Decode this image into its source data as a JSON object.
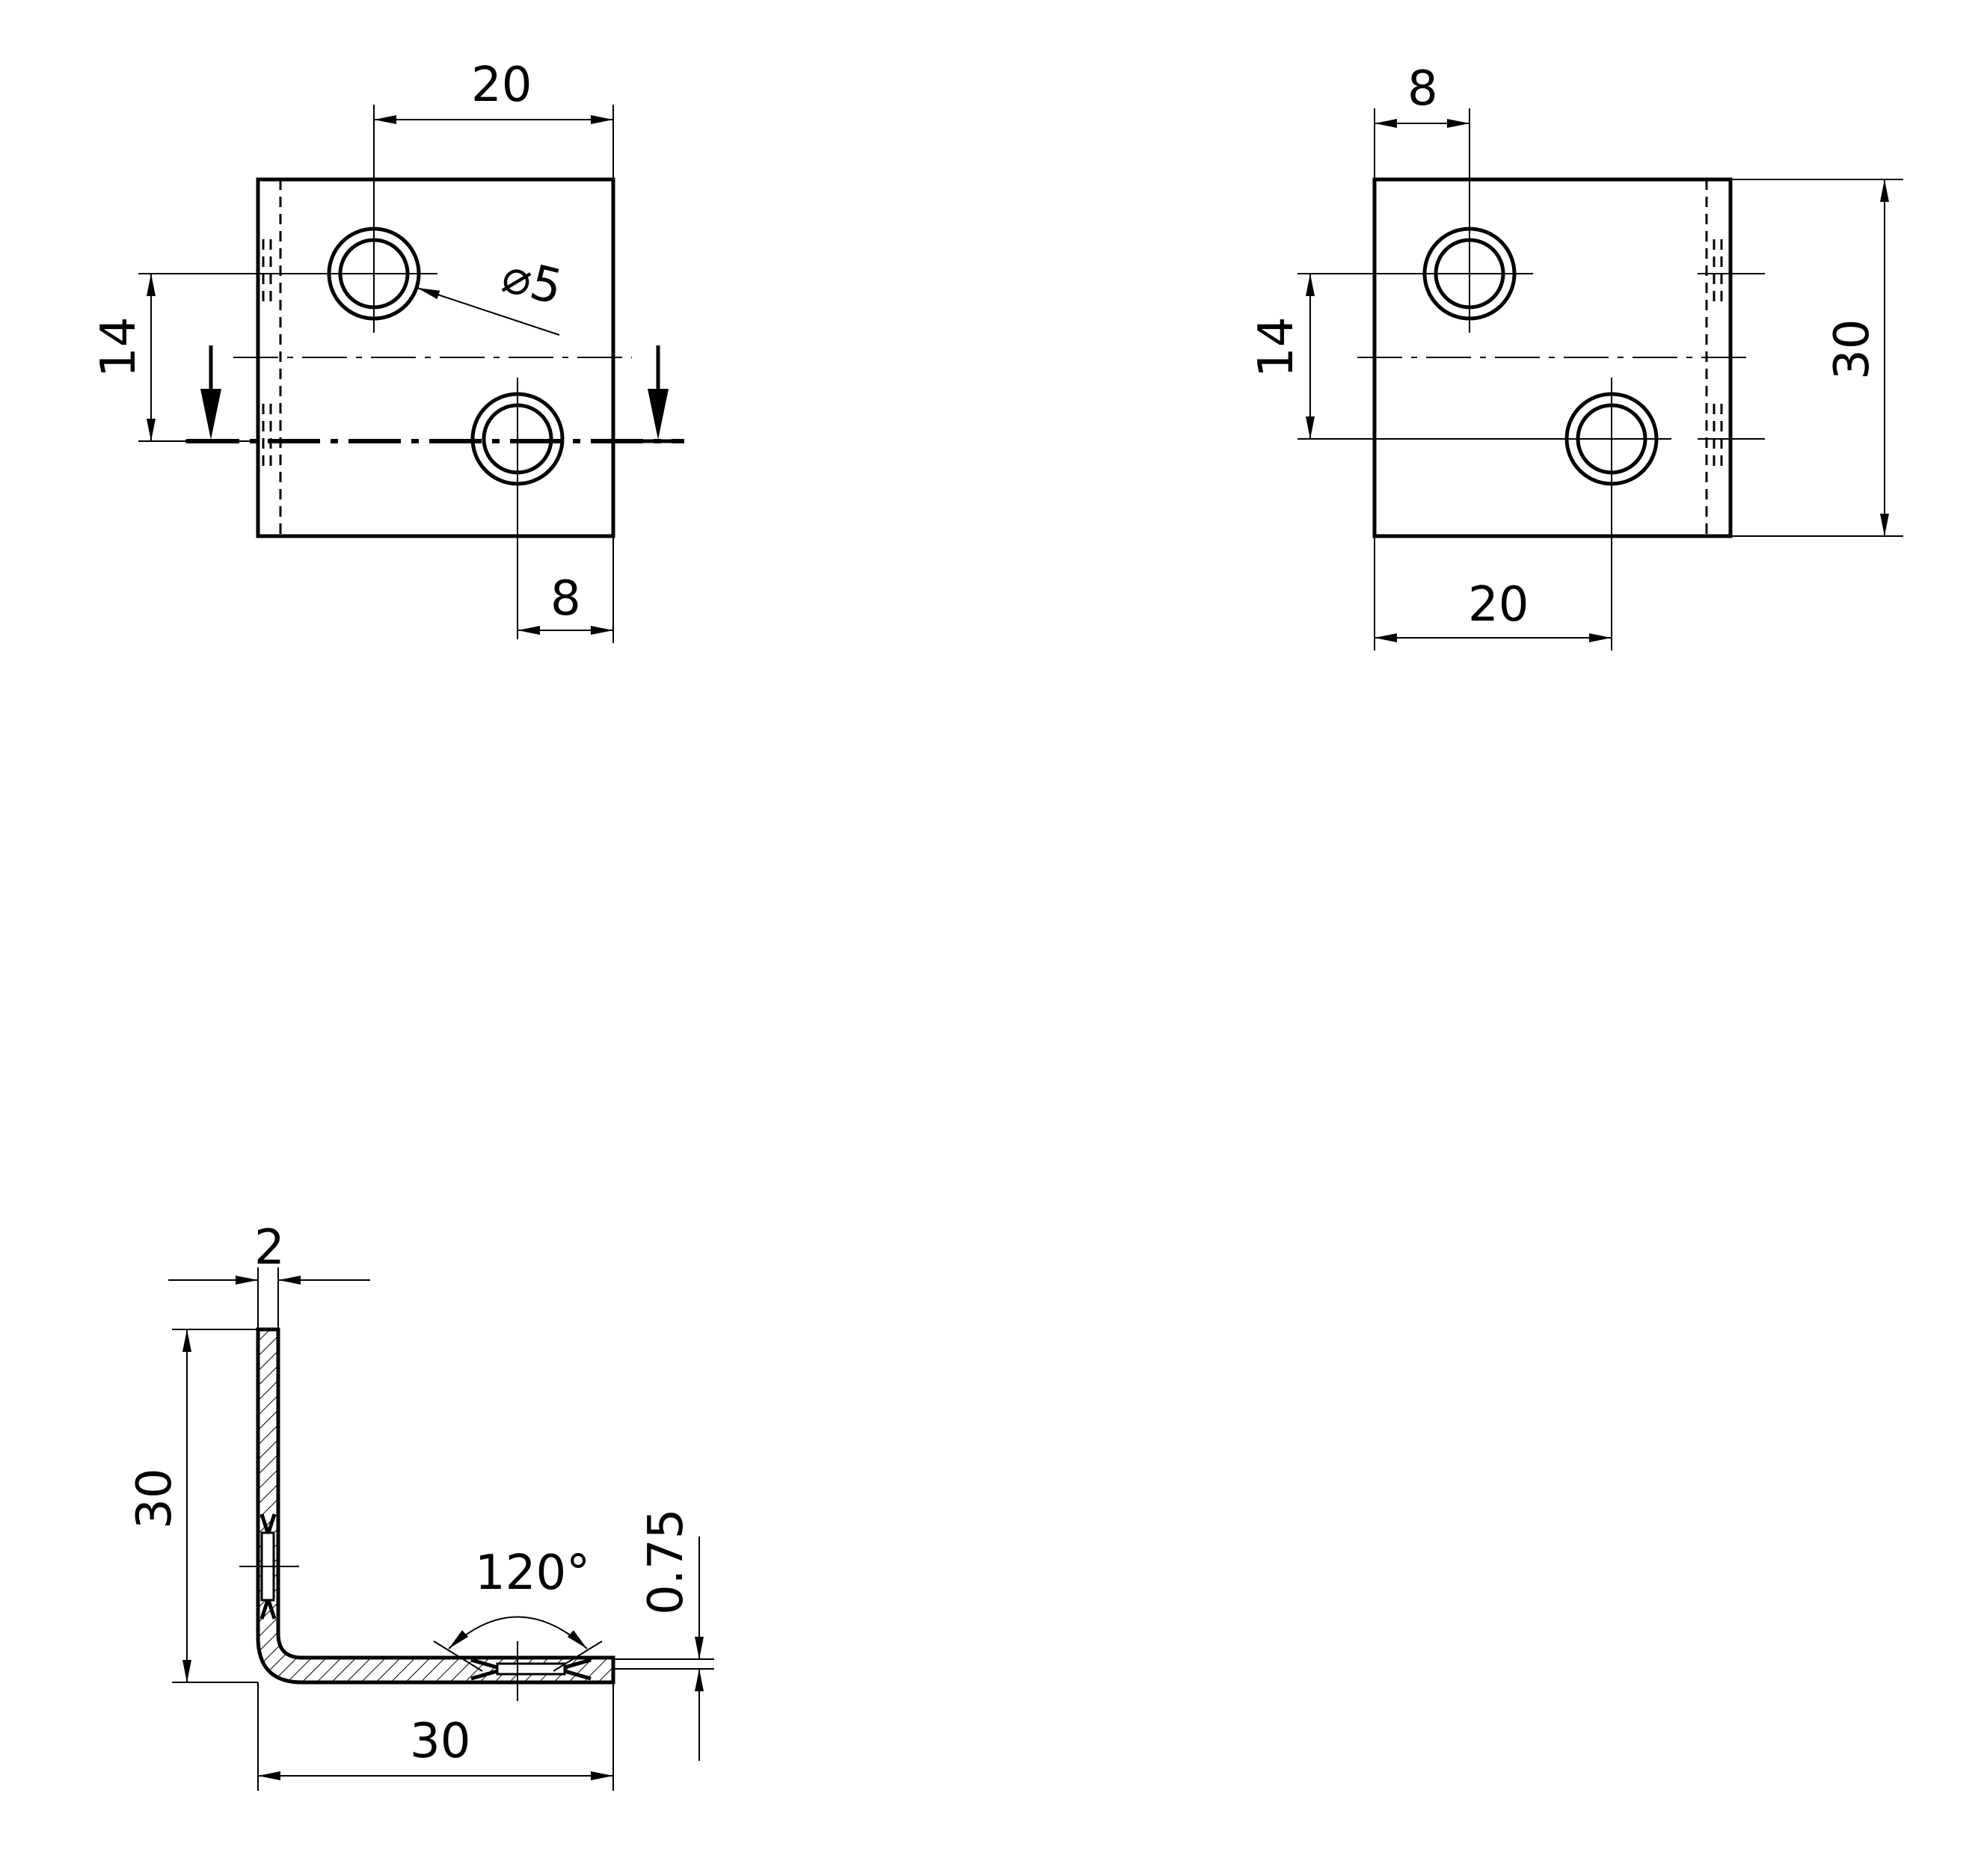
{
  "colors": {
    "line": "#000000",
    "background": "#ffffff"
  },
  "view_front": {
    "dim_hole_spacing_x": "20",
    "dim_hole_diameter": "⌀5",
    "dim_hole_spacing_y": "14",
    "dim_edge_offset": "8"
  },
  "view_side": {
    "dim_edge_offset": "8",
    "dim_hole_spacing_y": "14",
    "dim_height": "30",
    "dim_hole_distance_x": "20"
  },
  "view_section": {
    "dim_thickness": "2",
    "dim_leg_height": "30",
    "dim_leg_length": "30",
    "dim_angle": "120°",
    "dim_depth": "0.75"
  }
}
